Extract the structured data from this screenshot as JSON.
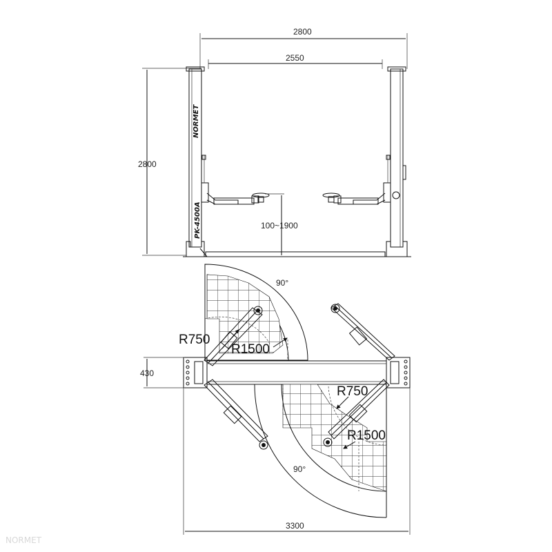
{
  "front_view": {
    "overall_width": "2800",
    "inner_width": "2550",
    "height": "2800",
    "lift_range": "100~1900",
    "brand_logo": "NORMET",
    "model": "PK-4500A"
  },
  "top_view": {
    "depth": "430",
    "overall_width": "3300",
    "upper_left": {
      "radius_short": "R750",
      "radius_long": "R1500",
      "angle": "90°"
    },
    "lower_right": {
      "radius_short": "R750",
      "radius_long": "R1500",
      "angle": "90°"
    }
  },
  "watermark": "NORMET"
}
